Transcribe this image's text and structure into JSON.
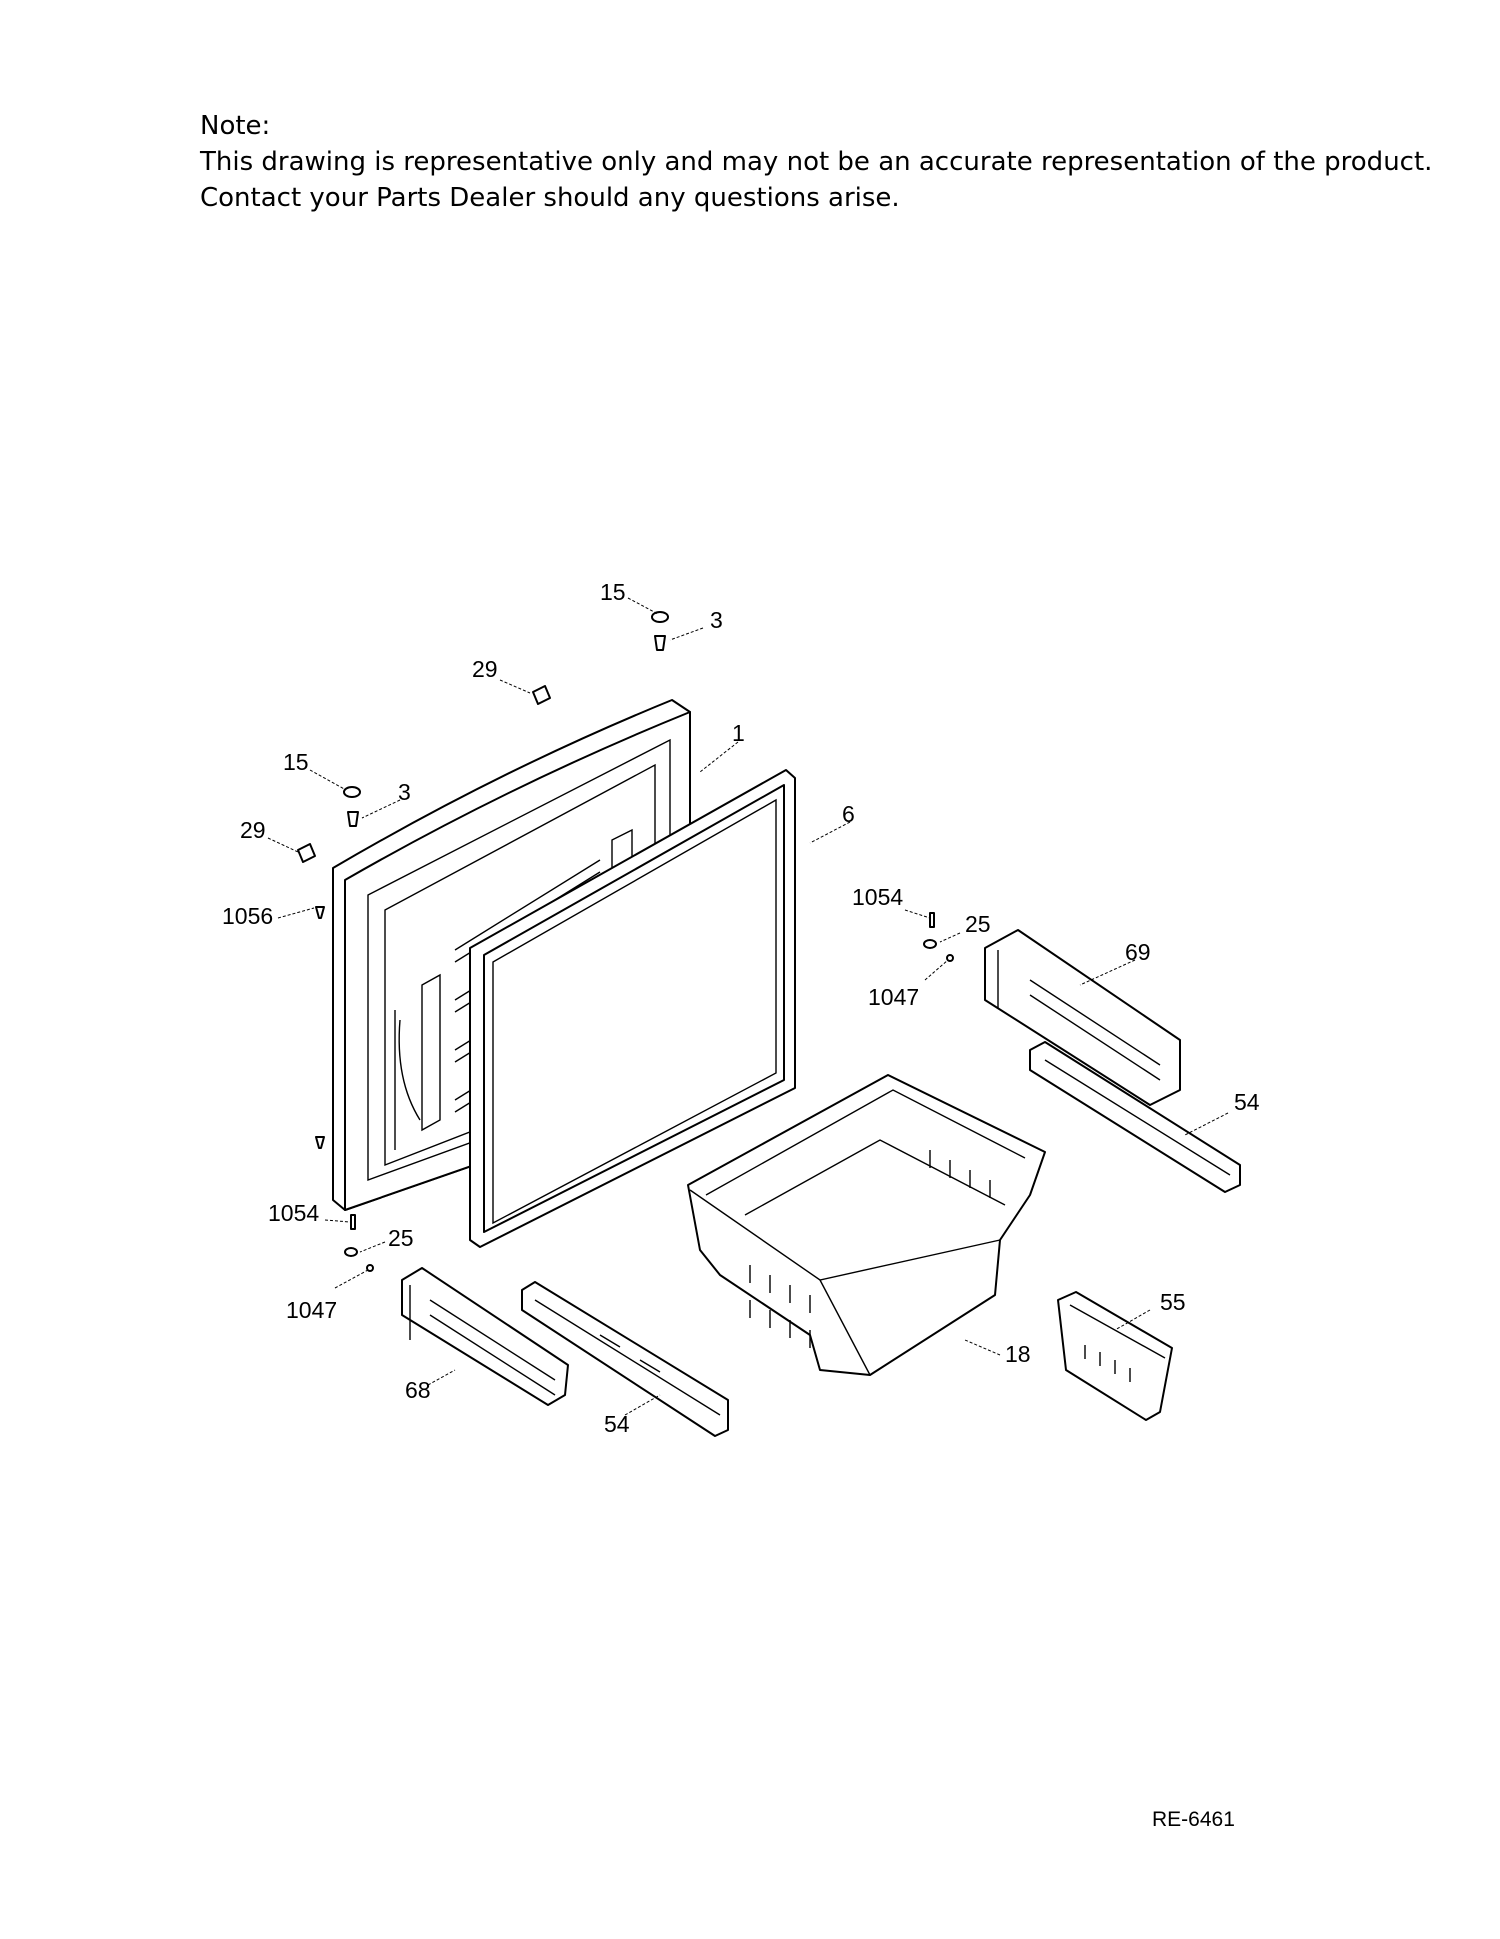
{
  "note": {
    "heading": "Note:",
    "line1": "This drawing is representative only and may not be an accurate representation of the product.",
    "line2": "Contact your Parts Dealer should any questions arise."
  },
  "callouts": [
    "15",
    "3",
    "29",
    "1",
    "15",
    "3",
    "29",
    "6",
    "1056",
    "1054",
    "25",
    "69",
    "1047",
    "54",
    "1054",
    "25",
    "1047",
    "55",
    "18",
    "68",
    "54"
  ],
  "drawing_code": "RE-6461"
}
